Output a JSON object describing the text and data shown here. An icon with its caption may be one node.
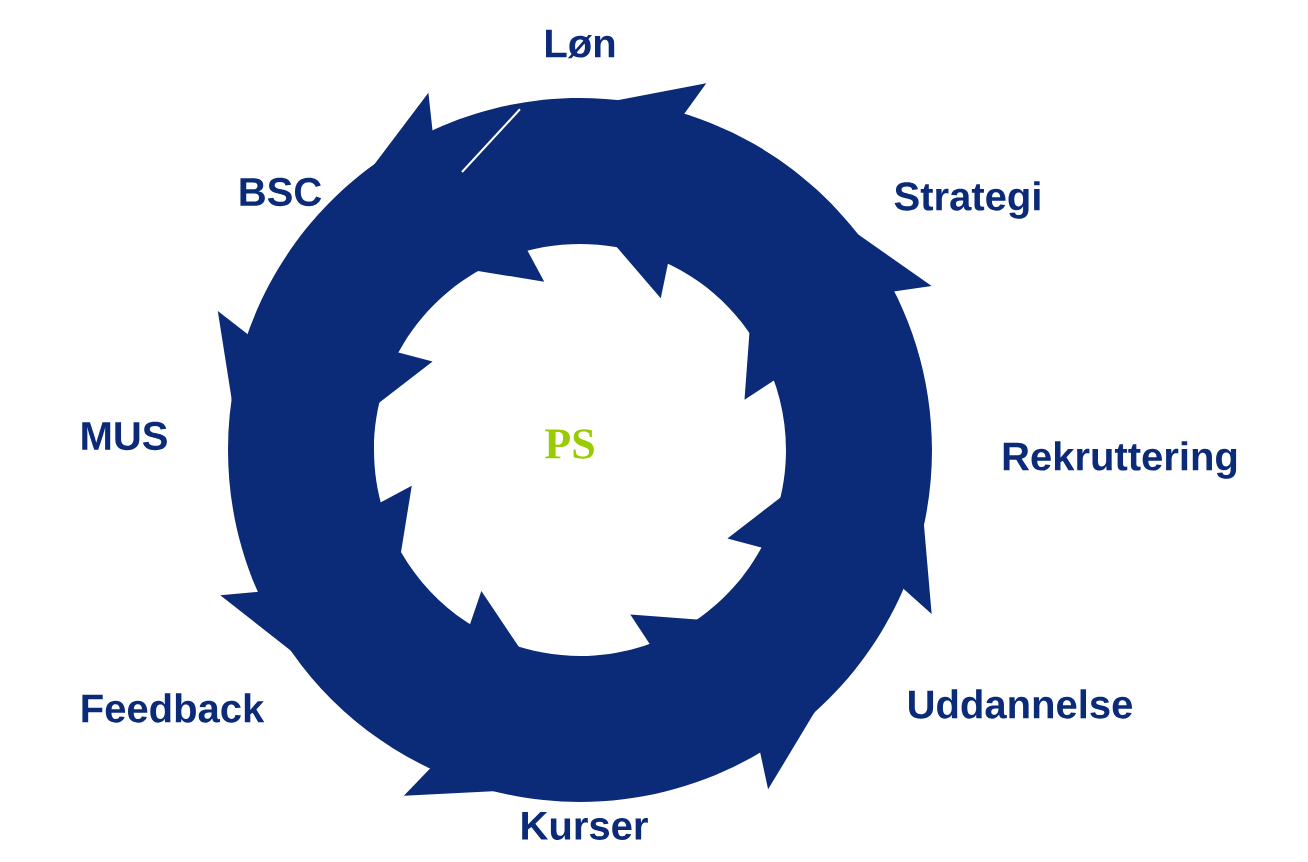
{
  "diagram": {
    "labels": [
      "Løn",
      "Strategi",
      "Rekruttering",
      "Uddannelse",
      "Kurser",
      "Feedback",
      "MUS",
      "BSC",
      "PS"
    ]
  }
}
